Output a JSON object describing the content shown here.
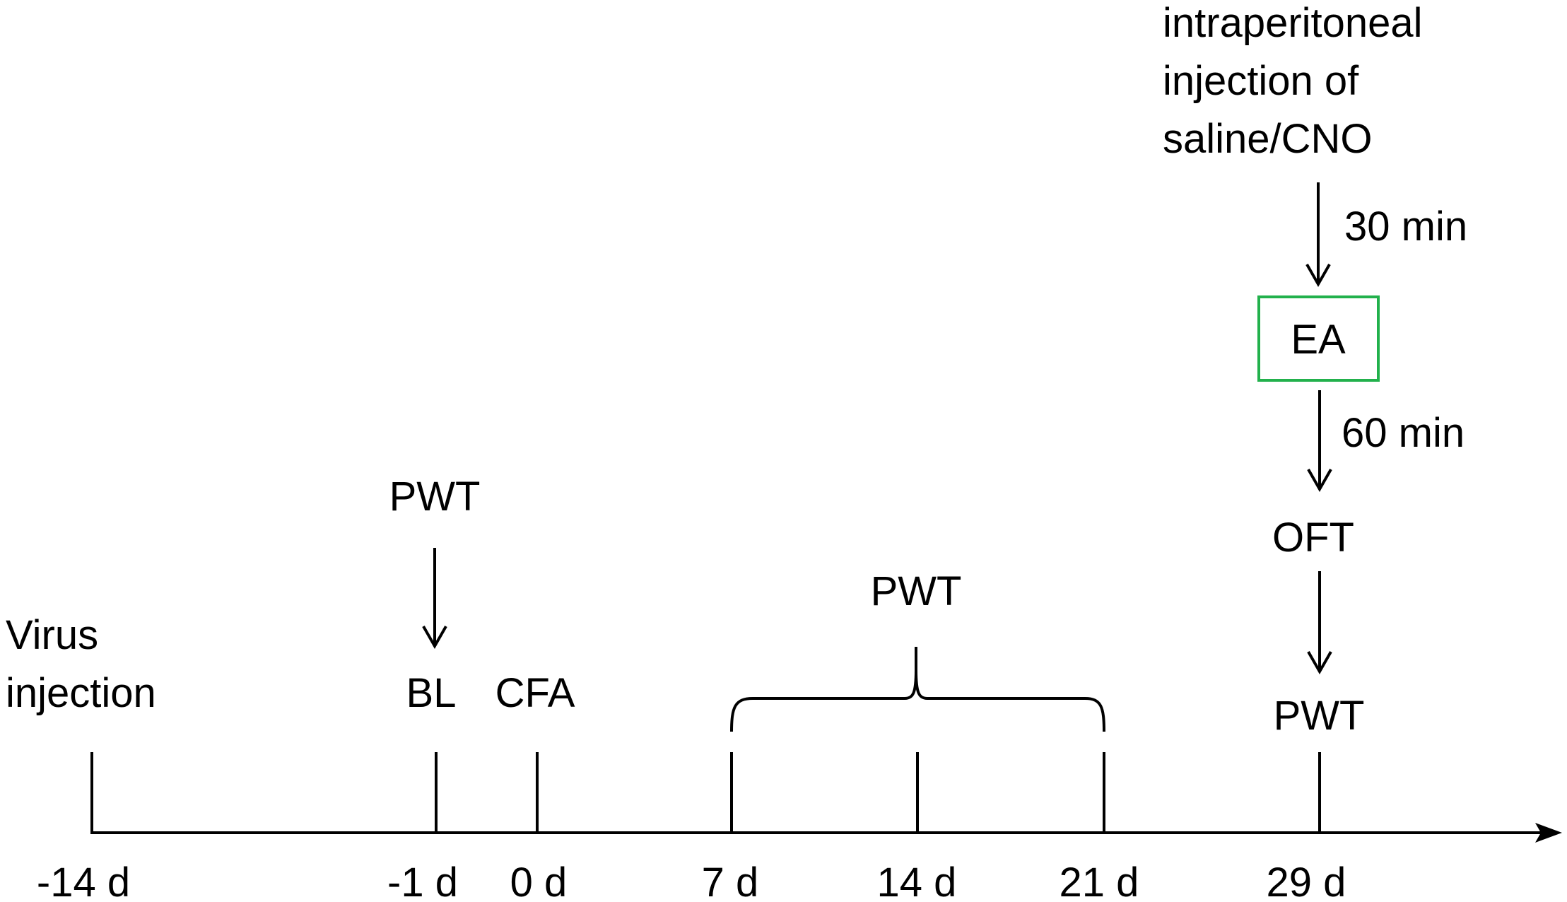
{
  "timeline": {
    "ticks": [
      {
        "id": "minus14",
        "label": "-14 d"
      },
      {
        "id": "minus1",
        "label": "-1 d"
      },
      {
        "id": "day0",
        "label": "0 d"
      },
      {
        "id": "day7",
        "label": "7 d"
      },
      {
        "id": "day14",
        "label": "14 d"
      },
      {
        "id": "day21",
        "label": "21 d"
      },
      {
        "id": "day29",
        "label": "29 d"
      }
    ]
  },
  "events": {
    "virus_line1": "Virus",
    "virus_line2": "injection",
    "pwt_baseline": "PWT",
    "bl": "BL",
    "cfa": "CFA",
    "pwt_range": "PWT",
    "ip_line1": "intraperitoneal",
    "ip_line2": "injection of",
    "ip_line3": "saline/CNO",
    "delay_30": "30 min",
    "ea": "EA",
    "delay_60": "60 min",
    "oft": "OFT",
    "pwt_final": "PWT"
  },
  "colors": {
    "ea_box_border": "#22b14c",
    "line": "#000000"
  }
}
